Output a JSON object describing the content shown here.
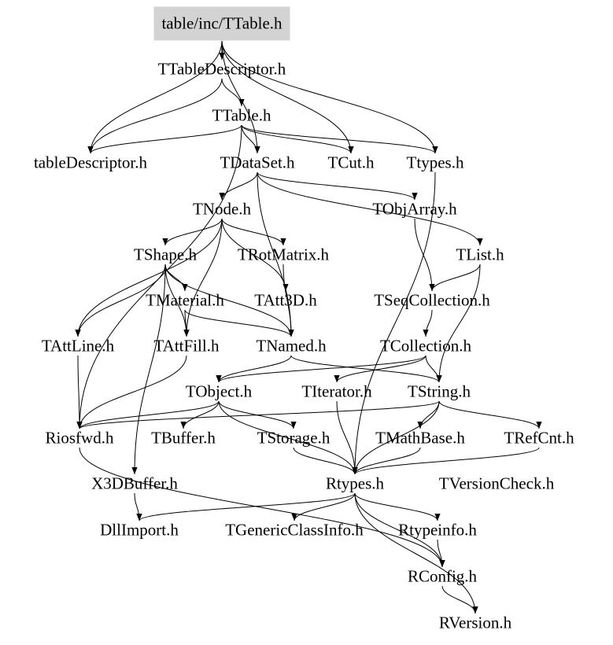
{
  "diagram": {
    "type": "include-dependency-graph",
    "colors": {
      "root_fill": "#d3d3d3",
      "edge": "#000000",
      "text": "#000000",
      "background": "#ffffff"
    },
    "nodes": [
      {
        "id": "root",
        "label": "table/inc/TTable.h",
        "root": true
      },
      {
        "id": "TTableDescriptor",
        "label": "TTableDescriptor.h"
      },
      {
        "id": "TTable",
        "label": "TTable.h"
      },
      {
        "id": "tableDescriptor",
        "label": "tableDescriptor.h"
      },
      {
        "id": "TDataSet",
        "label": "TDataSet.h"
      },
      {
        "id": "TCut",
        "label": "TCut.h"
      },
      {
        "id": "Ttypes",
        "label": "Ttypes.h"
      },
      {
        "id": "TNode",
        "label": "TNode.h"
      },
      {
        "id": "TObjArray",
        "label": "TObjArray.h"
      },
      {
        "id": "TShape",
        "label": "TShape.h"
      },
      {
        "id": "TRotMatrix",
        "label": "TRotMatrix.h"
      },
      {
        "id": "TList",
        "label": "TList.h"
      },
      {
        "id": "TMaterial",
        "label": "TMaterial.h"
      },
      {
        "id": "TAtt3D",
        "label": "TAtt3D.h"
      },
      {
        "id": "TSeqCollection",
        "label": "TSeqCollection.h"
      },
      {
        "id": "TAttLine",
        "label": "TAttLine.h"
      },
      {
        "id": "TAttFill",
        "label": "TAttFill.h"
      },
      {
        "id": "TNamed",
        "label": "TNamed.h"
      },
      {
        "id": "TCollection",
        "label": "TCollection.h"
      },
      {
        "id": "TObject",
        "label": "TObject.h"
      },
      {
        "id": "TIterator",
        "label": "TIterator.h"
      },
      {
        "id": "TString",
        "label": "TString.h"
      },
      {
        "id": "Riosfwd",
        "label": "Riosfwd.h"
      },
      {
        "id": "TBuffer",
        "label": "TBuffer.h"
      },
      {
        "id": "TStorage",
        "label": "TStorage.h"
      },
      {
        "id": "TMathBase",
        "label": "TMathBase.h"
      },
      {
        "id": "TRefCnt",
        "label": "TRefCnt.h"
      },
      {
        "id": "X3DBuffer",
        "label": "X3DBuffer.h"
      },
      {
        "id": "Rtypes",
        "label": "Rtypes.h"
      },
      {
        "id": "TVersionCheck",
        "label": "TVersionCheck.h"
      },
      {
        "id": "DllImport",
        "label": "DllImport.h"
      },
      {
        "id": "TGenericClassInfo",
        "label": "TGenericClassInfo.h"
      },
      {
        "id": "Rtypeinfo",
        "label": "Rtypeinfo.h"
      },
      {
        "id": "RConfig",
        "label": "RConfig.h"
      },
      {
        "id": "RVersion",
        "label": "RVersion.h"
      }
    ],
    "edges": [
      [
        "root",
        "TTableDescriptor"
      ],
      [
        "root",
        "tableDescriptor"
      ],
      [
        "root",
        "TCut"
      ],
      [
        "root",
        "Ttypes"
      ],
      [
        "root",
        "TDataSet"
      ],
      [
        "TTableDescriptor",
        "TTable"
      ],
      [
        "TTableDescriptor",
        "tableDescriptor"
      ],
      [
        "TTable",
        "tableDescriptor"
      ],
      [
        "TTable",
        "TDataSet"
      ],
      [
        "TTable",
        "TCut"
      ],
      [
        "TTable",
        "Ttypes"
      ],
      [
        "TTable",
        "Riosfwd"
      ],
      [
        "TDataSet",
        "TNode"
      ],
      [
        "TDataSet",
        "TObjArray"
      ],
      [
        "TDataSet",
        "TList"
      ],
      [
        "TDataSet",
        "TNamed"
      ],
      [
        "TNode",
        "TShape"
      ],
      [
        "TNode",
        "TRotMatrix"
      ],
      [
        "TNode",
        "TAtt3D"
      ],
      [
        "TNode",
        "TAttLine"
      ],
      [
        "TNode",
        "TAttFill"
      ],
      [
        "TShape",
        "TMaterial"
      ],
      [
        "TShape",
        "TAttLine"
      ],
      [
        "TShape",
        "TAttFill"
      ],
      [
        "TShape",
        "TNamed"
      ],
      [
        "TShape",
        "X3DBuffer"
      ],
      [
        "TRotMatrix",
        "TNamed"
      ],
      [
        "TObjArray",
        "TSeqCollection"
      ],
      [
        "TList",
        "TSeqCollection"
      ],
      [
        "TList",
        "TString"
      ],
      [
        "TMaterial",
        "TAttFill"
      ],
      [
        "TMaterial",
        "TNamed"
      ],
      [
        "TSeqCollection",
        "TCollection"
      ],
      [
        "TAttLine",
        "Riosfwd"
      ],
      [
        "TAttFill",
        "Riosfwd"
      ],
      [
        "TNamed",
        "TObject"
      ],
      [
        "TNamed",
        "TString"
      ],
      [
        "TCollection",
        "TObject"
      ],
      [
        "TCollection",
        "TIterator"
      ],
      [
        "TCollection",
        "TString"
      ],
      [
        "TObject",
        "Riosfwd"
      ],
      [
        "TObject",
        "TBuffer"
      ],
      [
        "TObject",
        "TStorage"
      ],
      [
        "TObject",
        "Rtypes"
      ],
      [
        "TString",
        "Riosfwd"
      ],
      [
        "TString",
        "TMathBase"
      ],
      [
        "TString",
        "TRefCnt"
      ],
      [
        "TString",
        "Rtypes"
      ],
      [
        "TStorage",
        "Rtypes"
      ],
      [
        "TMathBase",
        "Rtypes"
      ],
      [
        "TRefCnt",
        "Rtypes"
      ],
      [
        "Ttypes",
        "Rtypes"
      ],
      [
        "TIterator",
        "Rtypes"
      ],
      [
        "Rtypes",
        "DllImport"
      ],
      [
        "Rtypes",
        "TGenericClassInfo"
      ],
      [
        "Rtypes",
        "Rtypeinfo"
      ],
      [
        "Rtypes",
        "RConfig"
      ],
      [
        "Rtypes",
        "RVersion"
      ],
      [
        "X3DBuffer",
        "DllImport"
      ],
      [
        "Riosfwd",
        "RConfig"
      ],
      [
        "Rtypeinfo",
        "RConfig"
      ],
      [
        "RConfig",
        "RVersion"
      ]
    ]
  }
}
